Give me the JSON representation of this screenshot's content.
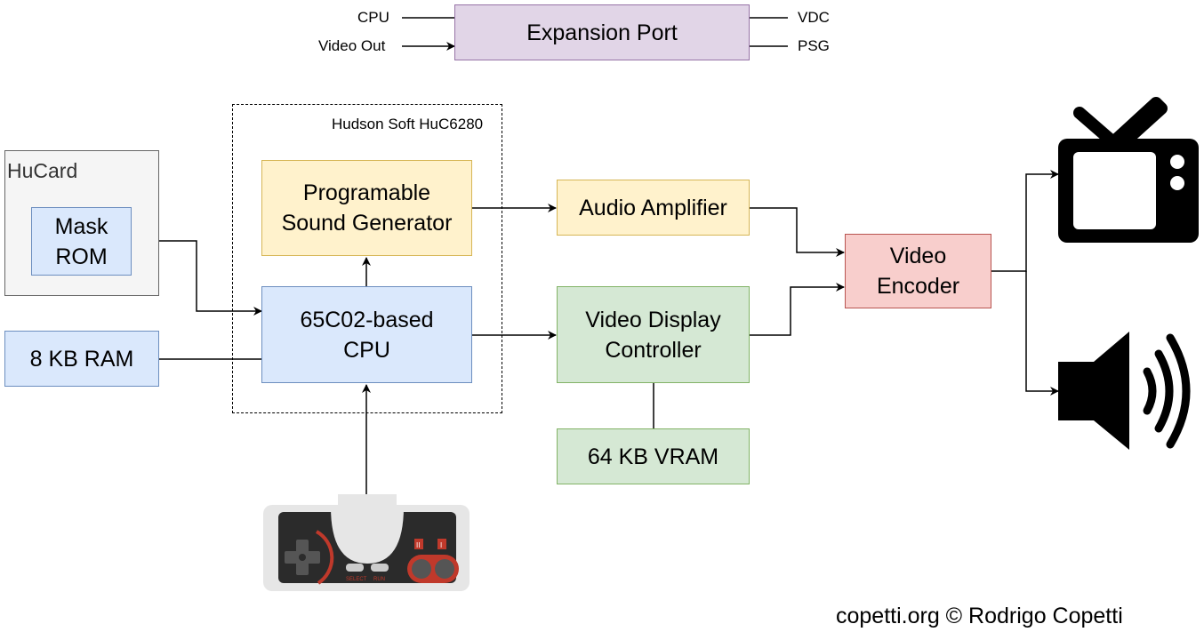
{
  "expansion_port": {
    "title": "Expansion Port",
    "left_in": [
      "CPU",
      "Video Out"
    ],
    "right_out": [
      "VDC",
      "PSG"
    ]
  },
  "chip_group": {
    "title": "Hudson Soft HuC6280"
  },
  "hucard": {
    "title": "HuCard",
    "rom": "Mask\nROM"
  },
  "blocks": {
    "ram": "8 KB RAM",
    "psg": "Programable\nSound Generator",
    "cpu": "65C02-based\nCPU",
    "audio_amp": "Audio Amplifier",
    "vdc": "Video Display\nController",
    "vram": "64 KB VRAM",
    "encoder": "Video\nEncoder"
  },
  "icons": {
    "tv": "television-icon",
    "speaker": "speaker-icon",
    "gamepad": "gamepad-controller-icon"
  },
  "gamepad_labels": {
    "select": "SELECT",
    "run": "RUN",
    "button_2": "II",
    "button_1": "I"
  },
  "credit": "copetti.org © Rodrigo Copetti"
}
